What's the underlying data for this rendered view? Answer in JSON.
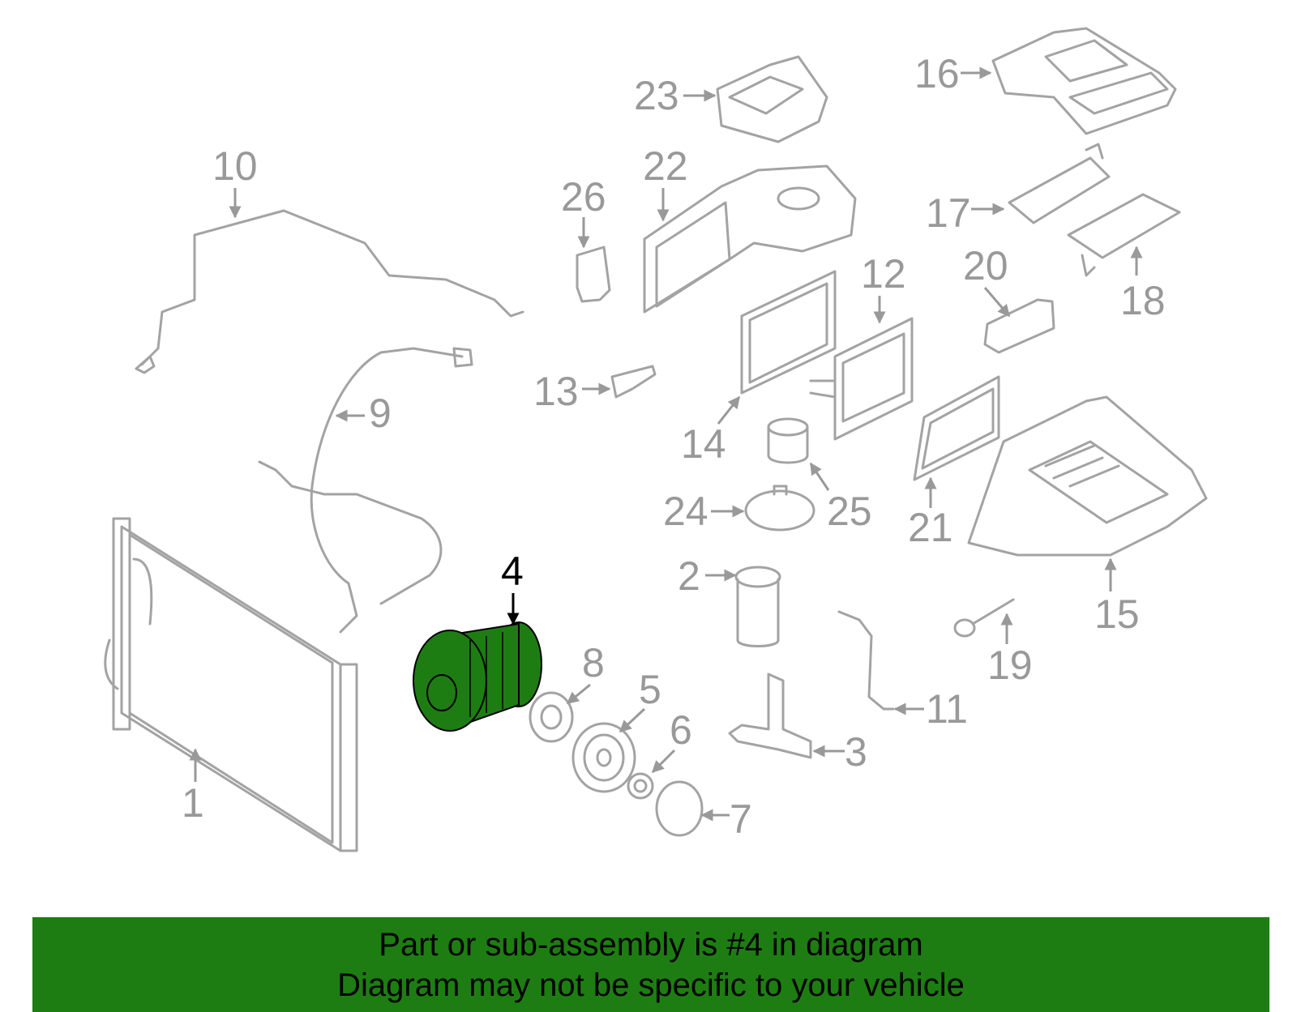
{
  "diagram": {
    "highlighted_part": "4",
    "colors": {
      "highlight_fill": "#1e7d12",
      "outline": "#a3a3a3",
      "label": "#999999",
      "highlight_label": "#000000",
      "banner": "#1e7d12"
    },
    "labels": {
      "p1": "1",
      "p2": "2",
      "p3": "3",
      "p4": "4",
      "p5": "5",
      "p6": "6",
      "p7": "7",
      "p8": "8",
      "p9": "9",
      "p10": "10",
      "p11": "11",
      "p12": "12",
      "p13": "13",
      "p14": "14",
      "p15": "15",
      "p16": "16",
      "p17": "17",
      "p18": "18",
      "p19": "19",
      "p20": "20",
      "p21": "21",
      "p22": "22",
      "p23": "23",
      "p24": "24",
      "p25": "25",
      "p26": "26"
    }
  },
  "banner": {
    "line1": "Part or sub-assembly is #4 in diagram",
    "line2": "Diagram may not be specific to your vehicle"
  }
}
